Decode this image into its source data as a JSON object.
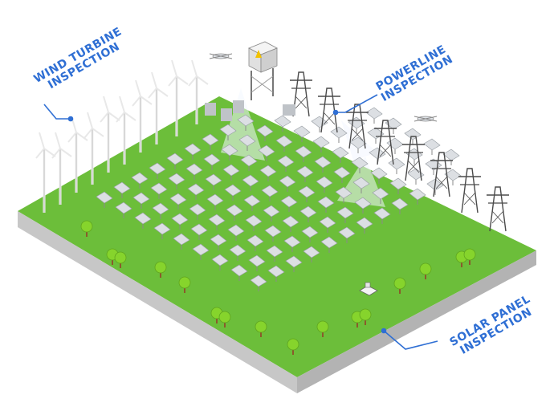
{
  "callouts": {
    "wind": {
      "line1": "WIND TURBINE",
      "line2": "INSPECTION"
    },
    "powerline": {
      "line1": "POWERLINE",
      "line2": "INSPECTION"
    },
    "solar": {
      "line1": "SOLAR PANEL",
      "line2": "INSPECTION"
    }
  },
  "colors": {
    "accent": "#2f6fd4",
    "grass": "#6fc23a",
    "ground_side": "#c9c9c9",
    "panel": "#dcdfe3",
    "tree": "#7ed321",
    "scan_beam": "#f3f7ff"
  },
  "icons": [
    "wind-turbine-icon",
    "transmission-tower-icon",
    "drone-icon",
    "substation-icon",
    "solar-panel-icon",
    "tree-icon",
    "inspection-robot-icon"
  ]
}
